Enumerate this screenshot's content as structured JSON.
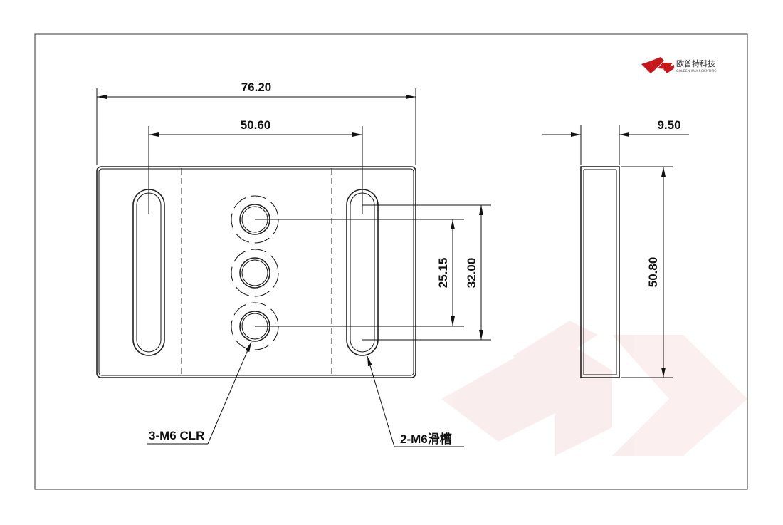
{
  "logo": {
    "cn_text": "欧普特科技",
    "en_text": "GOLDEN WAY SCIENTIFIC",
    "color": "#c8161d"
  },
  "dimensions": {
    "overall_width": "76.20",
    "slot_spacing": "50.60",
    "hole_pitch": "25.15",
    "slot_length": "32.00",
    "thickness": "9.50",
    "height": "50.80"
  },
  "callouts": {
    "holes": "3-M6 CLR",
    "slots": "2-M6滑槽"
  },
  "colors": {
    "line": "#111111",
    "watermark": "#f7eded"
  }
}
